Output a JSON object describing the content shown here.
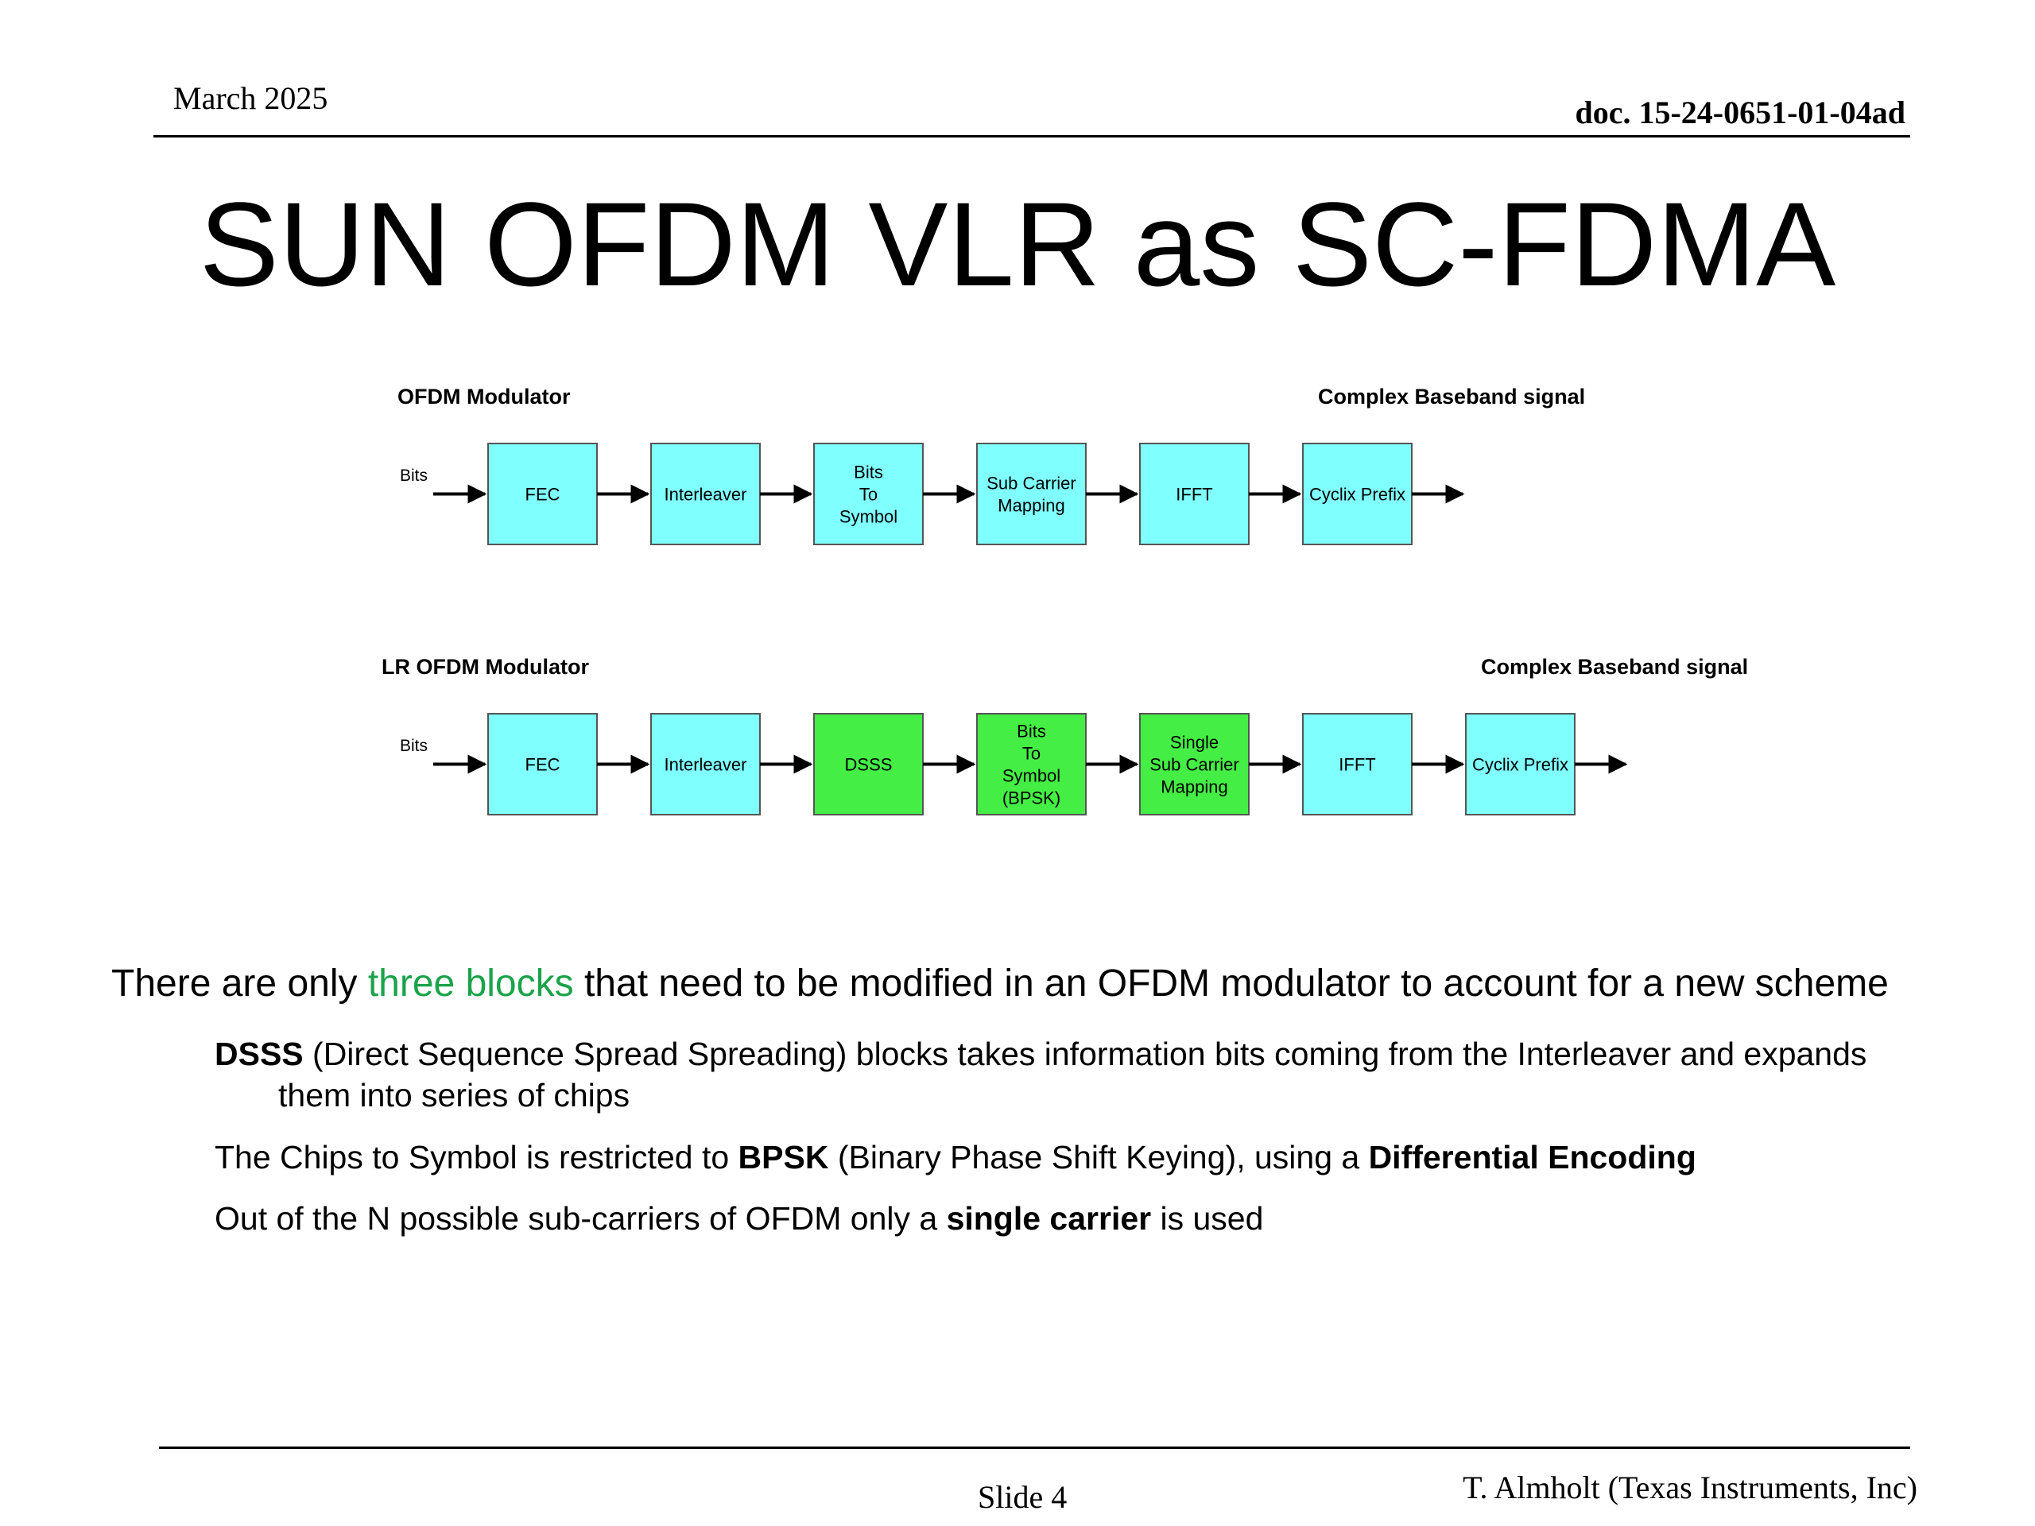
{
  "header": {
    "date": "March 2025",
    "doc": "doc. 15-24-0651-01-04ad"
  },
  "title": "SUN OFDM VLR as SC-FDMA",
  "colors": {
    "cyan_block": "#80ffff",
    "green_block": "#44ee44",
    "highlight": "#1aa34a"
  },
  "diagram": {
    "row1": {
      "label": "OFDM Modulator",
      "output_label": "Complex Baseband signal",
      "input_label": "Bits",
      "blocks": [
        {
          "lines": [
            "FEC"
          ],
          "color": "cyan"
        },
        {
          "lines": [
            "Interleaver"
          ],
          "color": "cyan"
        },
        {
          "lines": [
            "Bits",
            "To",
            "Symbol"
          ],
          "color": "cyan"
        },
        {
          "lines": [
            "Sub Carrier",
            "Mapping"
          ],
          "color": "cyan"
        },
        {
          "lines": [
            "IFFT"
          ],
          "color": "cyan"
        },
        {
          "lines": [
            "Cyclix Prefix"
          ],
          "color": "cyan"
        }
      ]
    },
    "row2": {
      "label": "LR OFDM Modulator",
      "output_label": "Complex Baseband signal",
      "input_label": "Bits",
      "blocks": [
        {
          "lines": [
            "FEC"
          ],
          "color": "cyan"
        },
        {
          "lines": [
            "Interleaver"
          ],
          "color": "cyan"
        },
        {
          "lines": [
            "DSSS"
          ],
          "color": "green"
        },
        {
          "lines": [
            "Bits",
            "To",
            "Symbol",
            "(BPSK)"
          ],
          "color": "green"
        },
        {
          "lines": [
            "Single",
            "Sub Carrier",
            "Mapping"
          ],
          "color": "green"
        },
        {
          "lines": [
            "IFFT"
          ],
          "color": "cyan"
        },
        {
          "lines": [
            "Cyclix Prefix"
          ],
          "color": "cyan"
        }
      ]
    }
  },
  "body": {
    "intro_pre": "There are only ",
    "intro_highlight": "three blocks",
    "intro_post": " that need to be modified in an OFDM modulator to account for a new scheme",
    "b1_bold": "DSSS",
    "b1_text": " (Direct Sequence Spread Spreading) blocks takes information bits coming from the Interleaver and expands",
    "b1_cont": "them into series of chips",
    "b2_pre": "The Chips to Symbol is restricted to ",
    "b2_bold1": "BPSK",
    "b2_mid": " (Binary Phase Shift Keying), using a ",
    "b2_bold2": "Differential Encoding",
    "b3_pre": "Out of the N possible sub-carriers of OFDM only a ",
    "b3_bold": "single carrier",
    "b3_post": " is used"
  },
  "footer": {
    "slide": "Slide 4",
    "author": "T. Almholt (Texas Instruments, Inc)"
  }
}
